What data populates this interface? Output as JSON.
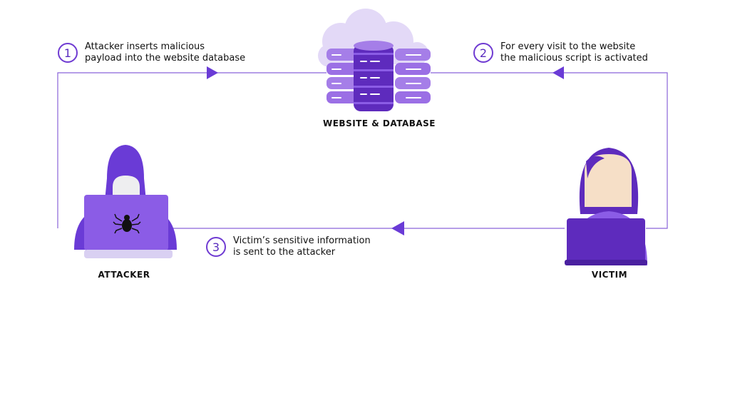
{
  "steps": [
    {
      "number": "1",
      "line1": "Attacker inserts malicious",
      "line2": "payload into the website database"
    },
    {
      "number": "2",
      "line1": "For every visit to the website",
      "line2": "the malicious script is activated"
    },
    {
      "number": "3",
      "line1": "Victim’s sensitive information",
      "line2": "is sent to the attacker"
    }
  ],
  "nodes": {
    "database": "WEBSITE & DATABASE",
    "attacker": "ATTACKER",
    "victim": "VICTIM"
  },
  "colors": {
    "accent": "#6f3bd2",
    "arrow": "#6a3bd6",
    "line": "#8a63d9",
    "cloud": "#e3d9f7",
    "server_dark": "#5e2bbd",
    "server_light": "#a57ee8",
    "laptop": "#8b5ce6",
    "hood": "#6a3bd6",
    "skin": "#f6dfc7"
  },
  "icons": [
    "cloud-database-icon",
    "hacker-icon",
    "spider-bug-icon",
    "victim-user-icon"
  ]
}
